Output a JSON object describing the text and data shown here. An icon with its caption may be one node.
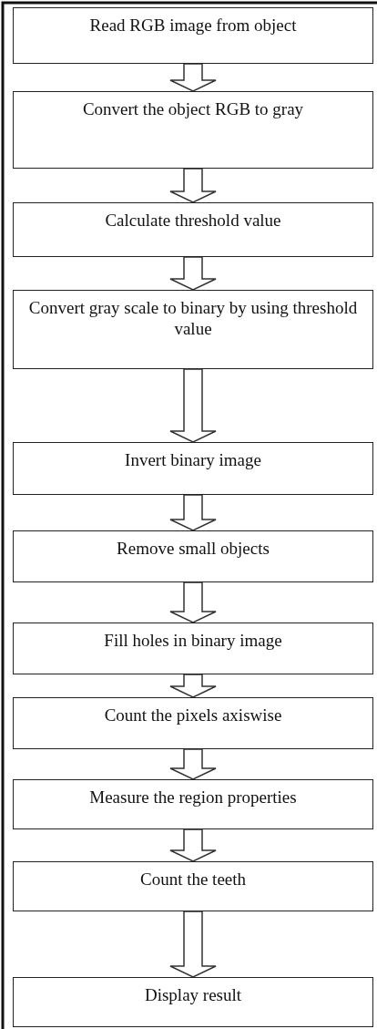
{
  "diagram": {
    "nodes": [
      {
        "text": [
          "Read RGB image from object"
        ]
      },
      {
        "text": [
          "Convert the object RGB to gray"
        ]
      },
      {
        "text": [
          "Calculate threshold value"
        ]
      },
      {
        "text": [
          "Convert gray scale to binary by using threshold value"
        ]
      },
      {
        "text": [
          "Invert binary image"
        ]
      },
      {
        "text": [
          "Remove small objects"
        ]
      },
      {
        "text": [
          "Fill holes in binary image"
        ]
      },
      {
        "text": [
          "Count the pixels axiswise"
        ]
      },
      {
        "text": [
          "Measure the region properties"
        ]
      },
      {
        "text": [
          "Count the teeth"
        ]
      },
      {
        "text": [
          "Display result"
        ]
      }
    ],
    "edges": [
      {
        "from": 0,
        "to": 1,
        "arrow": "to"
      },
      {
        "from": 1,
        "to": 2,
        "arrow": "to"
      },
      {
        "from": 2,
        "to": 3,
        "arrow": "to"
      },
      {
        "from": 3,
        "to": 4,
        "arrow": "to"
      },
      {
        "from": 4,
        "to": 5,
        "arrow": "to"
      },
      {
        "from": 5,
        "to": 6,
        "arrow": "to"
      },
      {
        "from": 6,
        "to": 7,
        "arrow": "to"
      },
      {
        "from": 7,
        "to": 8,
        "arrow": "to"
      },
      {
        "from": 8,
        "to": 9,
        "arrow": "to"
      },
      {
        "from": 9,
        "to": 10,
        "arrow": "to"
      }
    ]
  }
}
